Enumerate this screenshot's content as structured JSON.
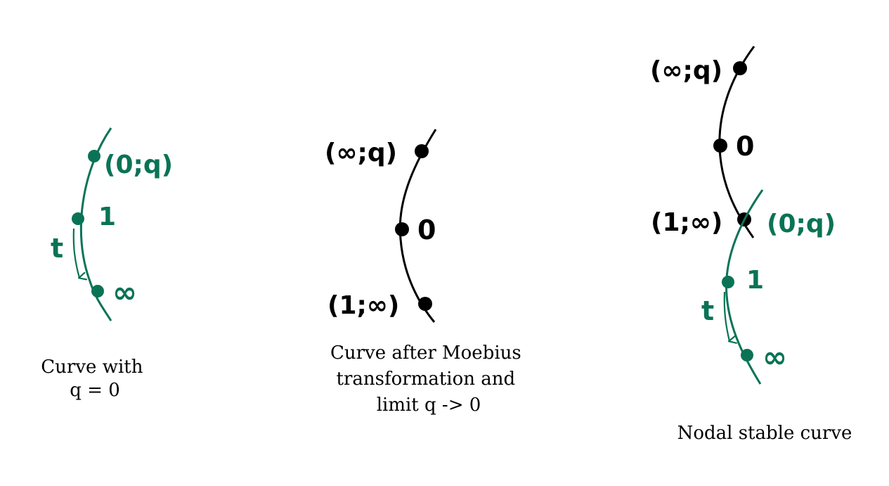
{
  "colors": {
    "green": "#0a7356",
    "black": "#000000"
  },
  "panel1": {
    "labels": {
      "point_top": "(0;q)",
      "point_mid": "1",
      "point_bottom": "∞",
      "param": "t"
    },
    "caption_lines": [
      "Curve with",
      "q = 0"
    ]
  },
  "panel2": {
    "labels": {
      "point_top": "(∞;q)",
      "point_mid": "0",
      "point_bottom": "(1;∞)"
    },
    "caption_lines": [
      "Curve after Moebius",
      "transformation and",
      "limit q -> 0"
    ]
  },
  "panel3": {
    "black_labels": {
      "point_top": "(∞;q)",
      "point_mid": "0",
      "point_node": "(1;∞)"
    },
    "green_labels": {
      "point_node": "(0;q)",
      "point_mid": "1",
      "point_bottom": "∞",
      "param": "t"
    },
    "caption_lines": [
      "Nodal stable curve"
    ]
  }
}
